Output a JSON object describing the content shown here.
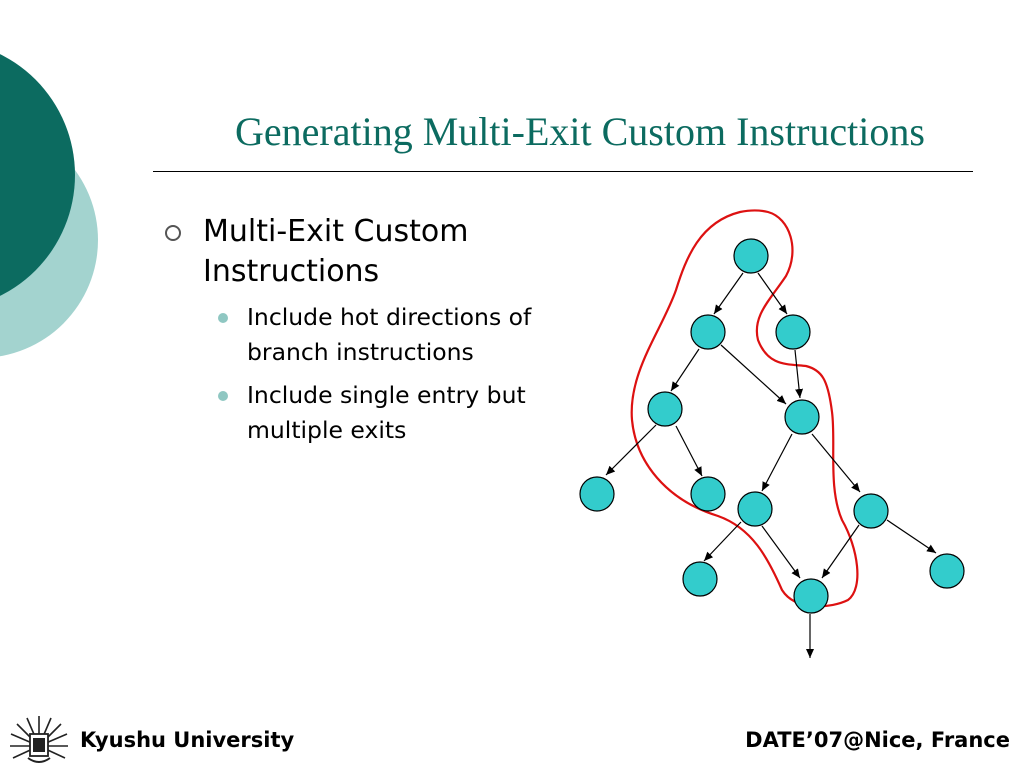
{
  "slide": {
    "title": "Generating Multi-Exit Custom Instructions",
    "bullets": [
      {
        "text": "Multi-Exit Custom Instructions",
        "sub": [
          "Include hot directions of branch instructions",
          "Include single entry but multiple exits"
        ]
      }
    ]
  },
  "footer": {
    "left": "Kyushu University",
    "right": "DATE’07@Nice, France"
  },
  "colors": {
    "title": "#0c6b60",
    "decor_dark": "#0c6b60",
    "decor_light": "#a3d3cf",
    "node_fill": "#33cccc",
    "highlight": "#dd1111"
  },
  "diagram": {
    "nodes": [
      "n1",
      "n2",
      "n3",
      "n4",
      "n5",
      "n6",
      "n7",
      "n8",
      "n9",
      "n10",
      "n11",
      "n12"
    ],
    "edges": [
      [
        "n1",
        "n2"
      ],
      [
        "n1",
        "n3"
      ],
      [
        "n2",
        "n4"
      ],
      [
        "n2",
        "n5"
      ],
      [
        "n3",
        "n5"
      ],
      [
        "n4",
        "n6"
      ],
      [
        "n4",
        "n7"
      ],
      [
        "n5",
        "n8"
      ],
      [
        "n5",
        "n9"
      ],
      [
        "n8",
        "n10"
      ],
      [
        "n8",
        "n11"
      ],
      [
        "n9",
        "n11"
      ],
      [
        "n9",
        "n12"
      ]
    ],
    "exit_from": "n11"
  }
}
